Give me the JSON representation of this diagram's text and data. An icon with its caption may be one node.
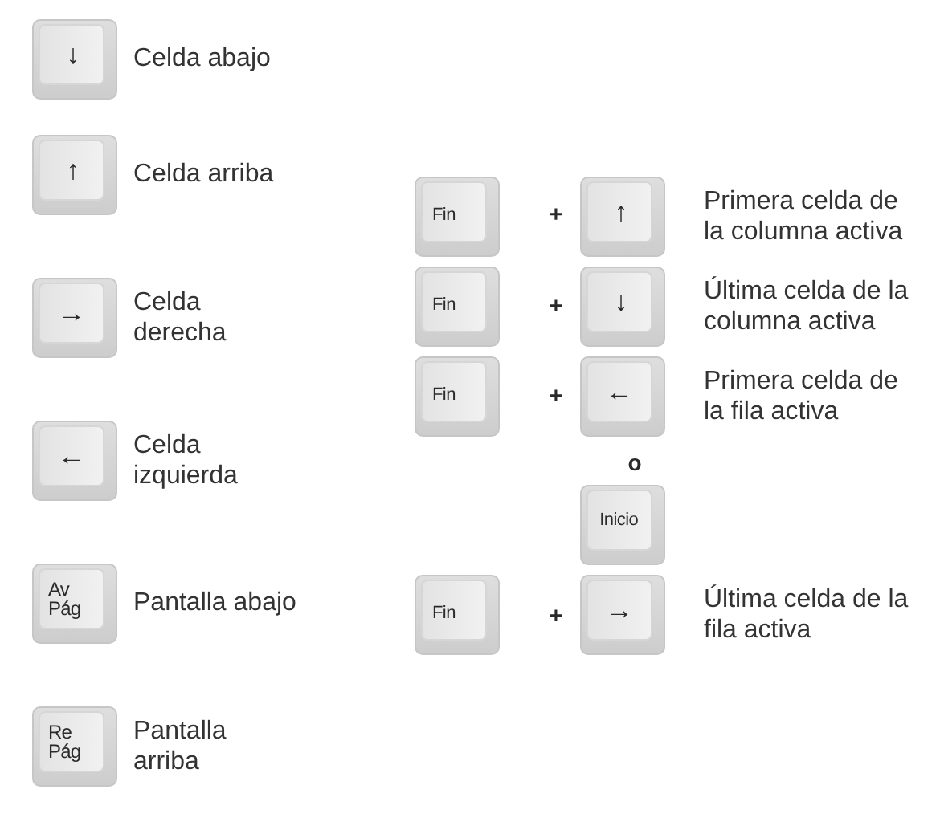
{
  "diagram": {
    "nodes": [
      {
        "text": [
          "↓"
        ],
        "beside": [
          "Celda abajo"
        ]
      },
      {
        "text": [
          "↑"
        ],
        "beside": [
          "Celda arriba"
        ]
      },
      {
        "text": [
          "→"
        ],
        "beside": [
          "Celda derecha"
        ]
      },
      {
        "text": [
          "←"
        ],
        "beside": [
          "Celda izquierda"
        ]
      },
      {
        "text": [
          "Av Pág"
        ],
        "beside": [
          "Pantalla abajo"
        ]
      },
      {
        "text": [
          "Re Pág"
        ],
        "beside": [
          "Pantalla arriba"
        ]
      },
      {
        "text": [
          "Fin"
        ]
      },
      {
        "text": [
          "↑"
        ],
        "beside": [
          "Primera celda de la columna activa"
        ]
      },
      {
        "text": [
          "Fin"
        ]
      },
      {
        "text": [
          "↓"
        ],
        "beside": [
          "Última celda de la columna activa"
        ]
      },
      {
        "text": [
          "Fin"
        ]
      },
      {
        "text": [
          "←"
        ],
        "beside": [
          "Primera celda de la fila activa"
        ]
      },
      {
        "text": [
          "Inicio"
        ]
      },
      {
        "text": [
          "Fin"
        ]
      },
      {
        "text": [
          "→"
        ],
        "beside": [
          "Última celda de la fila activa"
        ]
      }
    ],
    "labels": [
      "+",
      "+",
      "+",
      "o",
      "+"
    ]
  }
}
